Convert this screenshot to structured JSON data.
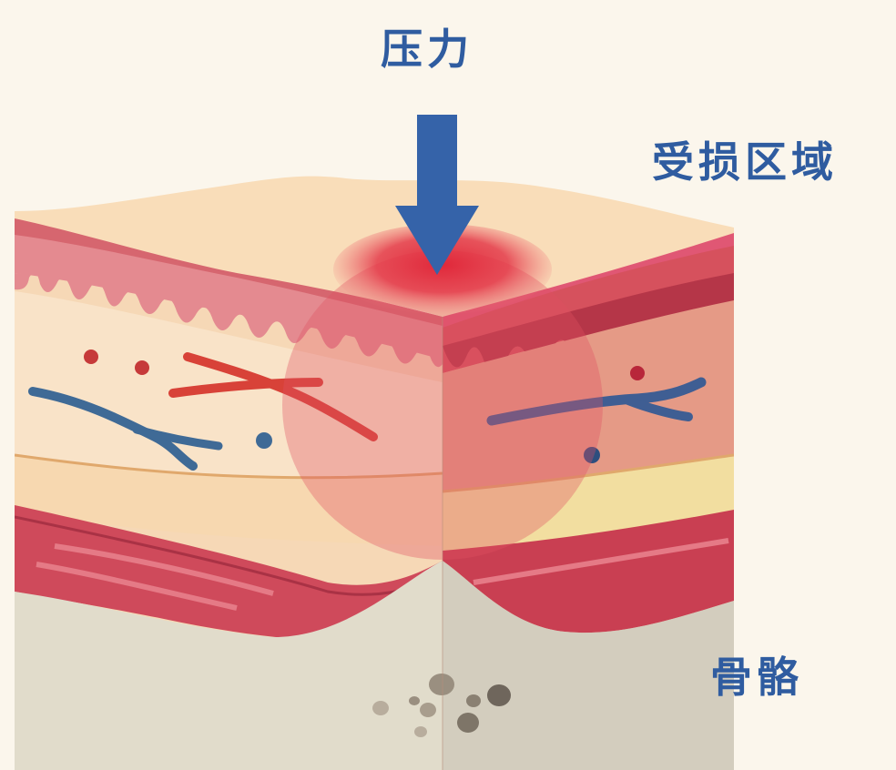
{
  "labels": {
    "pressure": "压力",
    "damaged_area": "受损区域",
    "bone": "骨骼"
  },
  "colors": {
    "label_blue": "#2F5CA0",
    "arrow_blue": "#3563A9",
    "damage_red": "#E0283A",
    "skin_top": "#F7D9B5",
    "dermis_pink": "#E58A8F",
    "fat_yellow": "#F2DEA0",
    "muscle_red": "#CF4A5B",
    "bone_gray": "#E2DCCD"
  }
}
